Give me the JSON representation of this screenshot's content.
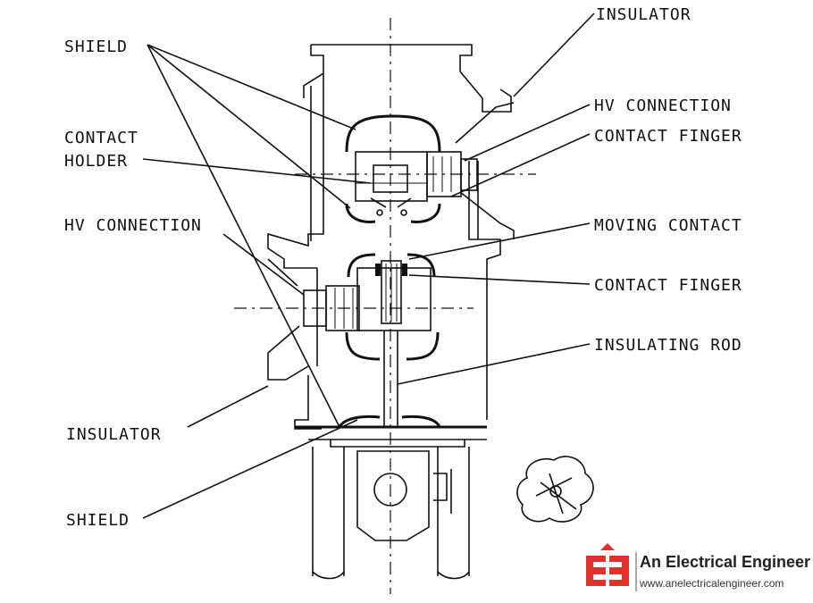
{
  "labels": {
    "insulator_top": "INSULATOR",
    "shield_top": "SHIELD",
    "hv_connection_right": "HV CONNECTION",
    "contact_holder_line1": "CONTACT",
    "contact_holder_line2": "HOLDER",
    "contact_finger_upper": "CONTACT FINGER",
    "hv_connection_left": "HV CONNECTION",
    "moving_contact": "MOVING CONTACT",
    "contact_finger_lower": "CONTACT FINGER",
    "insulating_rod": "INSULATING ROD",
    "insulator_bottom": "INSULATOR",
    "shield_bottom": "SHIELD"
  },
  "branding": {
    "logo_icon": "ee-logo-icon",
    "name": "An Electrical Engineer",
    "url": "www.anelectricalengineer.com",
    "accent_color": "#e0322b"
  }
}
